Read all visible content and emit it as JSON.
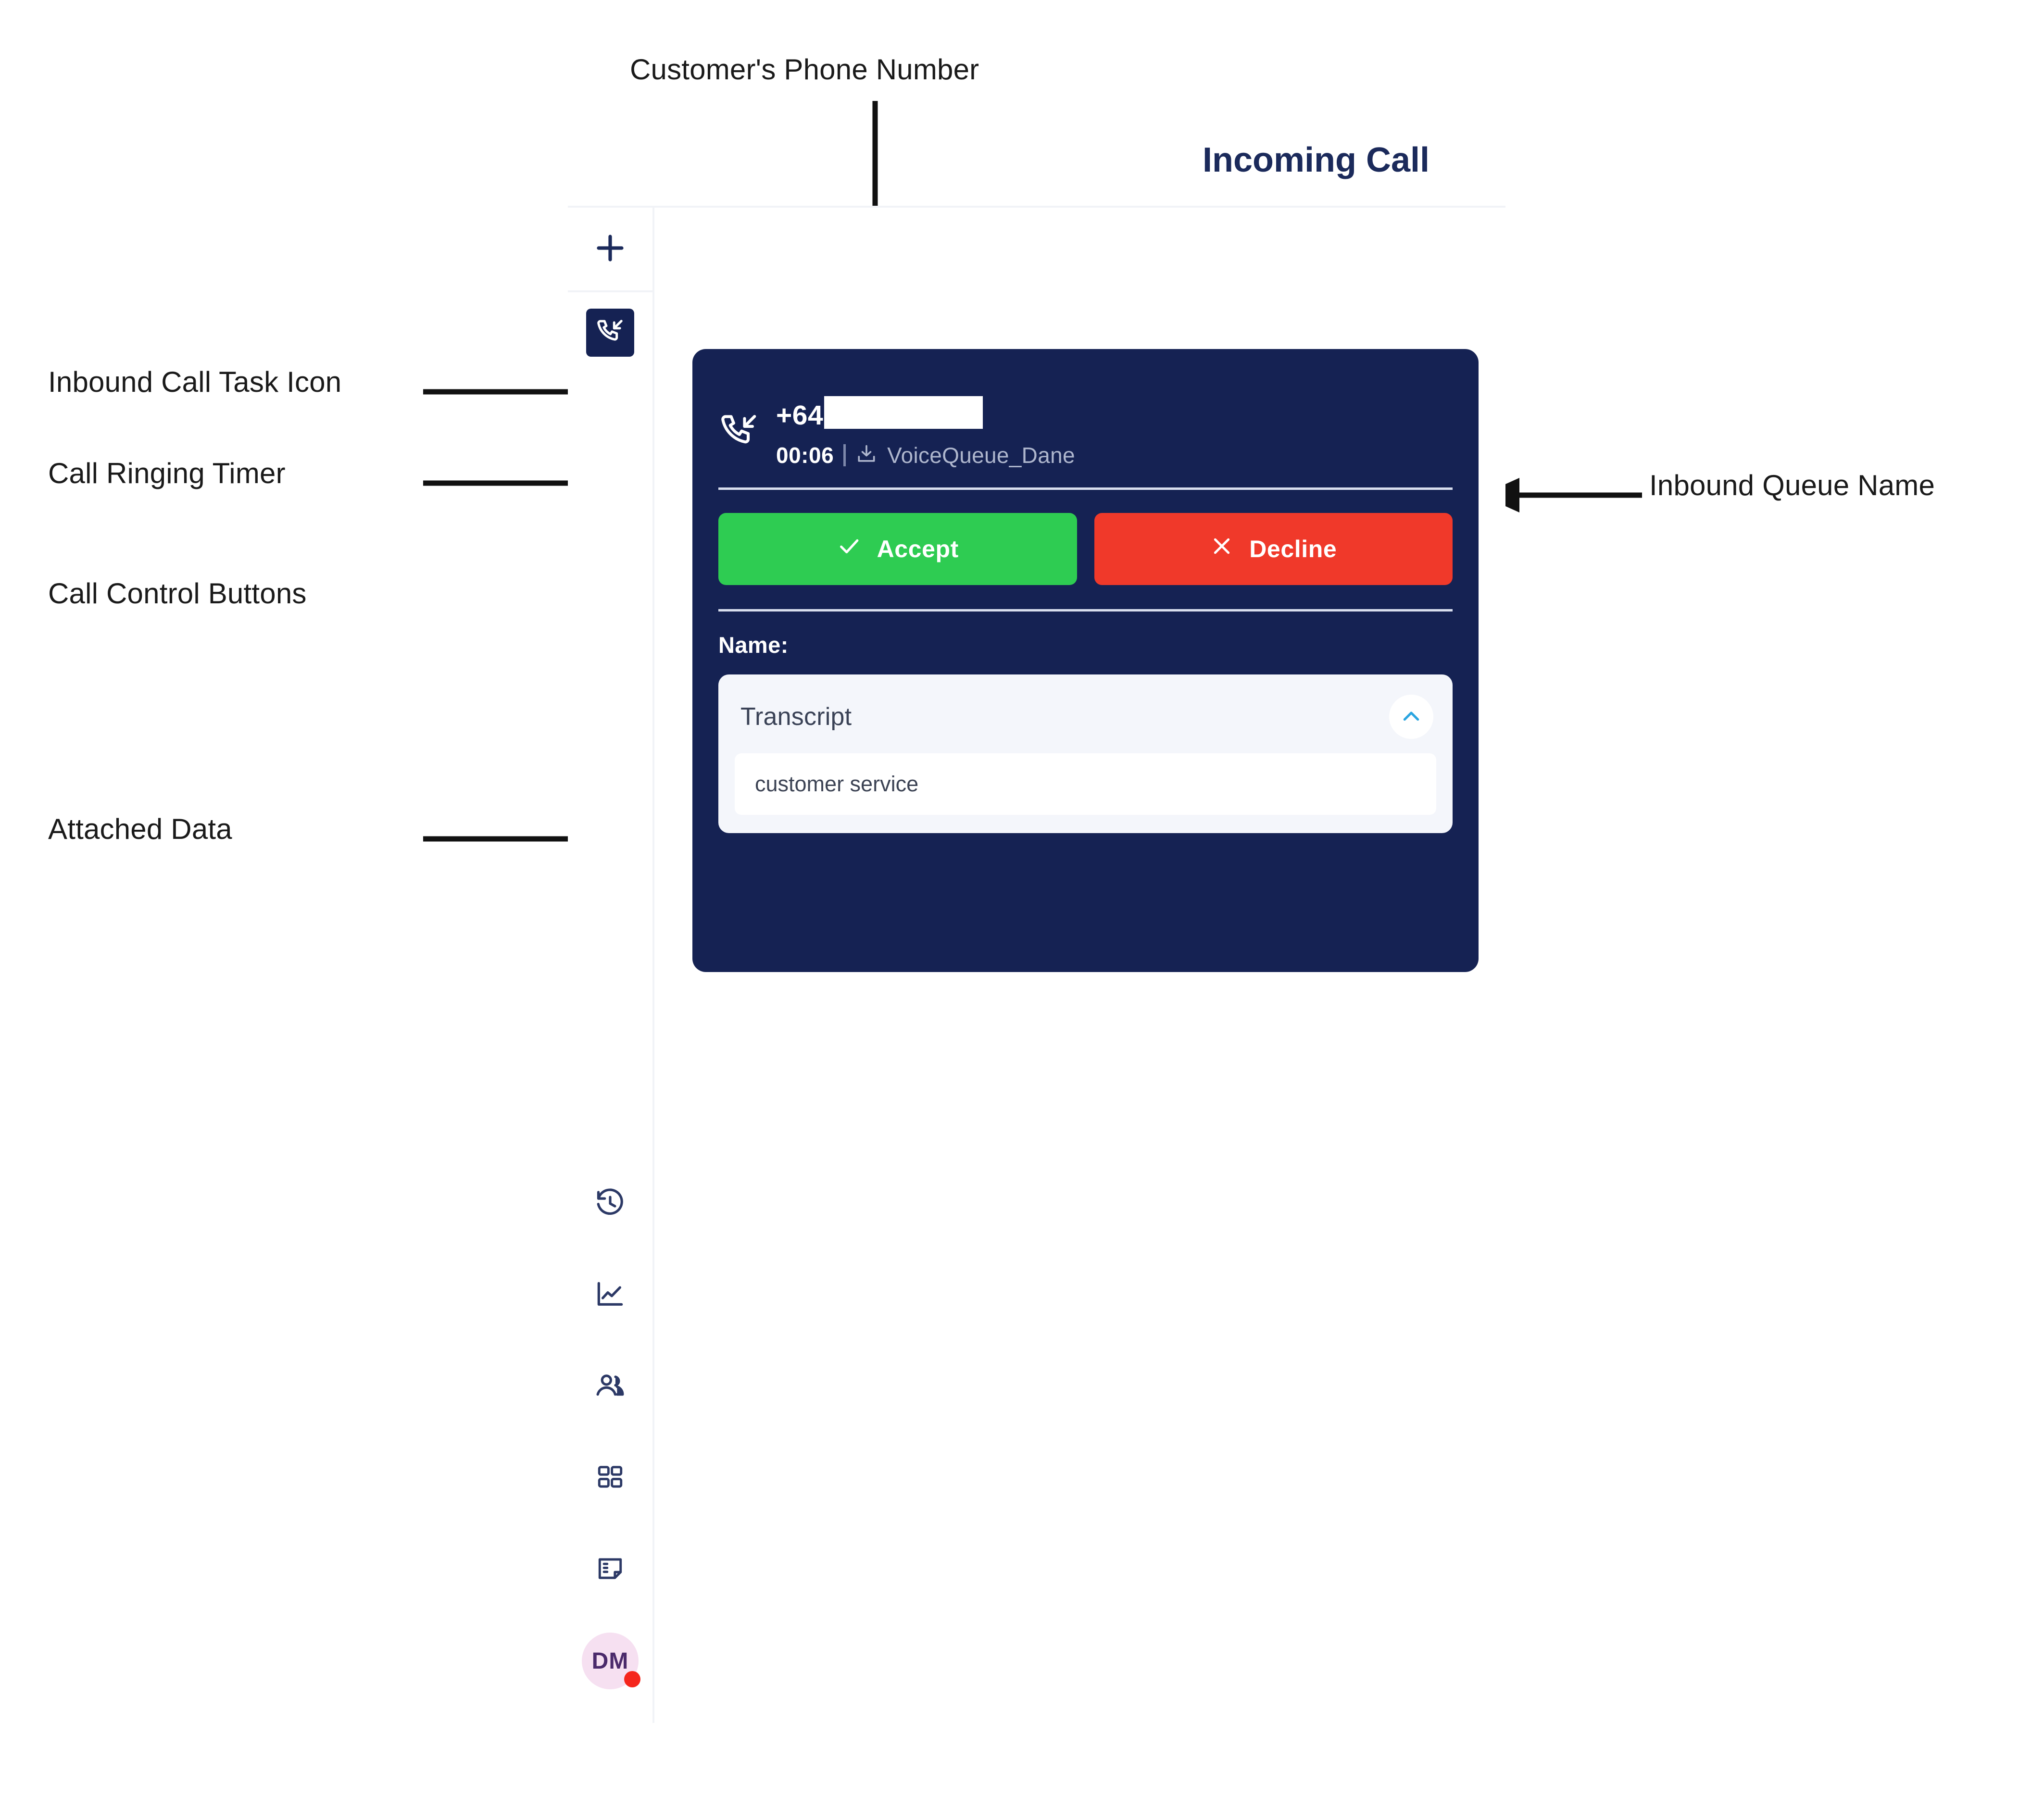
{
  "panel": {
    "title": "Incoming Call"
  },
  "annotations": [
    {
      "label": "Customer's Phone Number",
      "arrow": "down"
    },
    {
      "label": "Inbound Call Task Icon",
      "arrow": "right"
    },
    {
      "label": "Call Ringing Timer",
      "arrow": "right"
    },
    {
      "label": "Call Control Buttons",
      "arrow": "none"
    },
    {
      "label": "Attached Data",
      "arrow": "right"
    },
    {
      "label": "Inbound Queue Name",
      "arrow": "left"
    }
  ],
  "sidebar": {
    "add_icon": "plus-icon",
    "task_icon": "inbound-call-icon",
    "items": [
      {
        "icon": "history-icon"
      },
      {
        "icon": "analytics-line-chart-icon"
      },
      {
        "icon": "contacts-people-icon"
      },
      {
        "icon": "apps-grid-icon"
      },
      {
        "icon": "notes-icon"
      }
    ],
    "avatar": {
      "initials": "DM",
      "status": "busy",
      "status_color": "#f5261c"
    }
  },
  "call_card": {
    "direction_icon": "inbound-call-icon",
    "phone_prefix": "+64",
    "phone_redacted": true,
    "timer": "00:06",
    "queue_icon": "inbox-download-icon",
    "queue_name": "VoiceQueue_Dane",
    "accept_label": "Accept",
    "accept_icon": "check-icon",
    "accept_color": "#2ecc52",
    "decline_label": "Decline",
    "decline_icon": "close-icon",
    "decline_color": "#f0392a",
    "attached_data_label": "Name:",
    "transcript": {
      "title": "Transcript",
      "collapse_icon": "chevron-up-icon",
      "collapse_color": "#2ba5e0",
      "entries": [
        "customer service"
      ]
    }
  }
}
